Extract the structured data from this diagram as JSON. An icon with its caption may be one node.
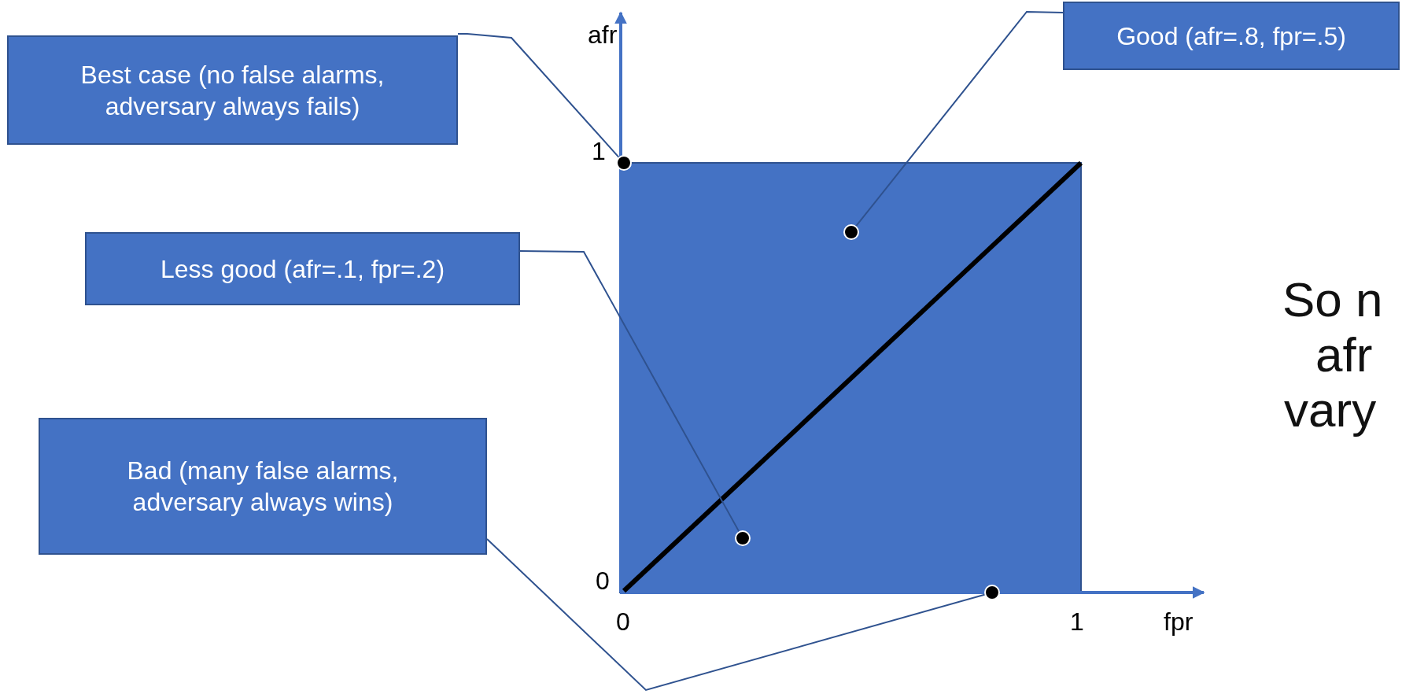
{
  "diagram": {
    "nodes": [
      {
        "text": [
          "Best case (no false alarms, adversary always fails)"
        ]
      },
      {
        "text": [
          "Good (afr=.8, fpr=.5)"
        ]
      },
      {
        "text": [
          "Less good (afr=.1, fpr=.2)"
        ]
      },
      {
        "text": [
          "Bad (many false alarms, adversary always wins)"
        ]
      },
      {
        "text": [],
        "shape": "circle"
      },
      {
        "text": [],
        "shape": "circle"
      },
      {
        "text": [],
        "shape": "circle"
      },
      {
        "text": [],
        "shape": "circle"
      }
    ],
    "edges": [
      {
        "from": 0,
        "to": 4,
        "arrow": "none"
      },
      {
        "from": 1,
        "to": 5,
        "arrow": "none"
      },
      {
        "from": 2,
        "to": 6,
        "arrow": "none"
      },
      {
        "from": 3,
        "to": 7,
        "arrow": "none"
      }
    ],
    "labels": [
      "afr",
      "1",
      "So n",
      "afr",
      "vary",
      "0",
      "0",
      "1",
      "fpr"
    ]
  }
}
